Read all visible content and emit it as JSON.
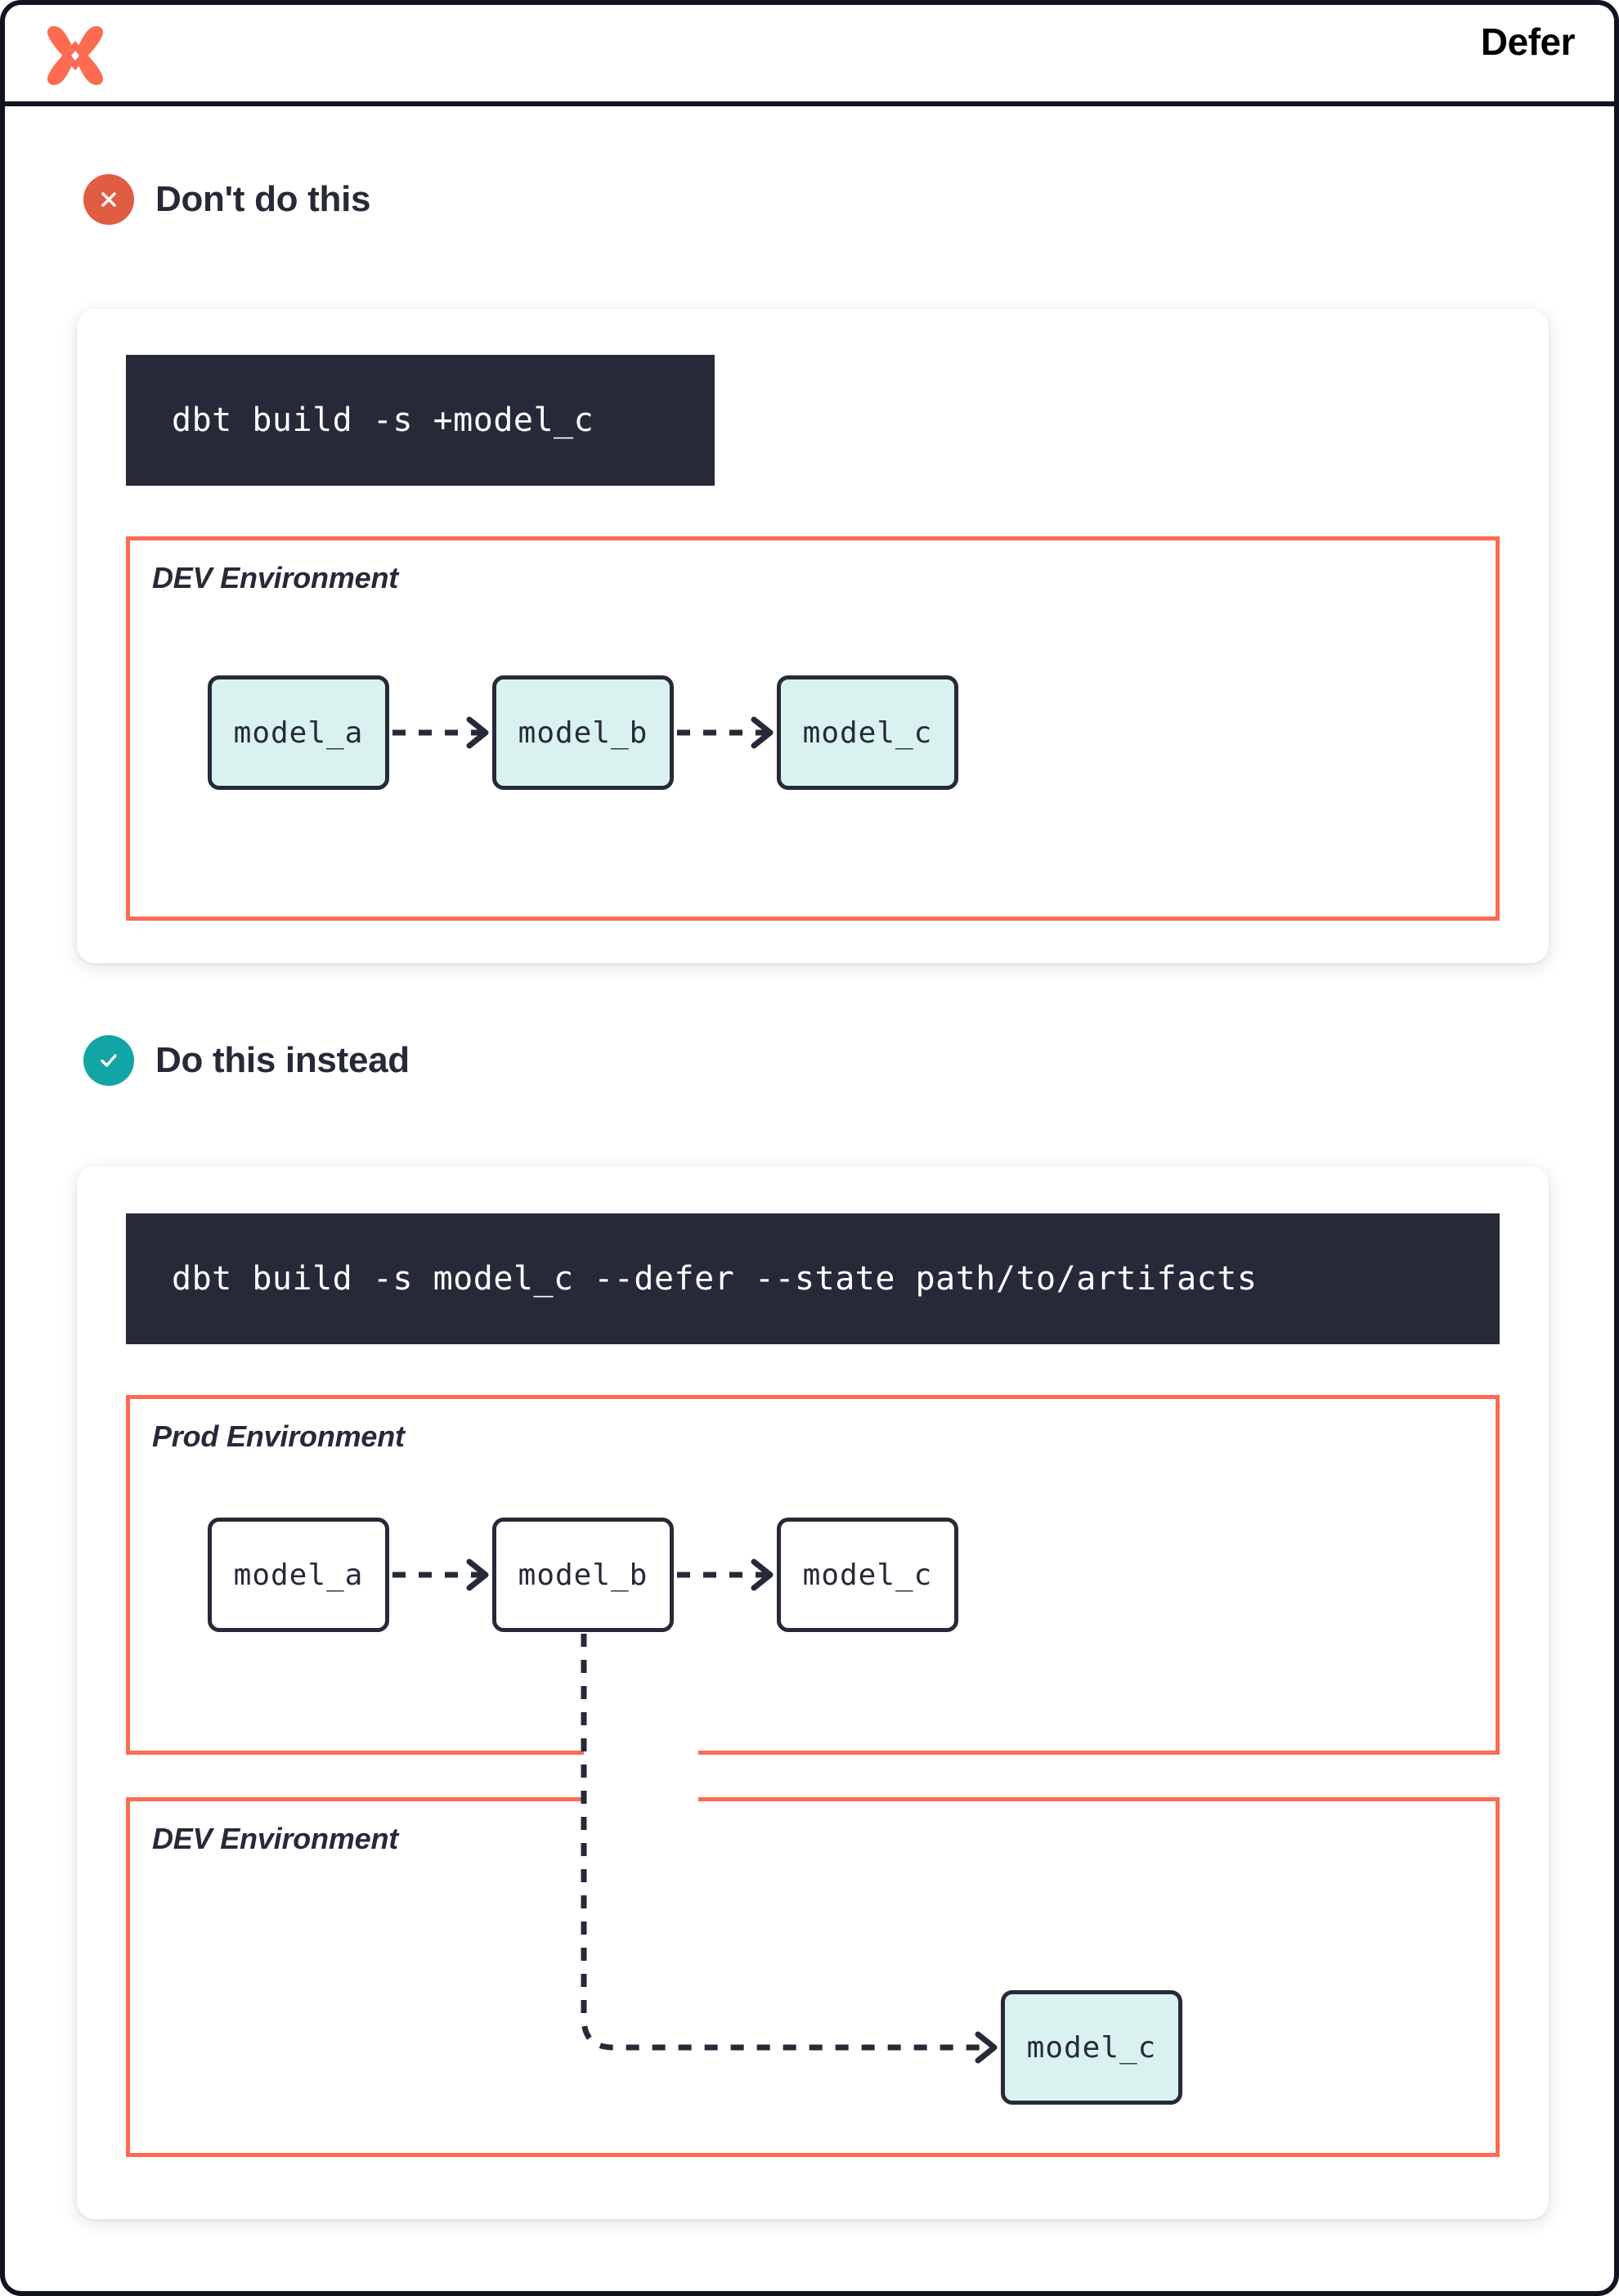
{
  "header": {
    "title": "Defer",
    "logo_icon": "dbt-logo-icon"
  },
  "sections": [
    {
      "id": "dont",
      "badge_icon": "x-circle-icon",
      "badge_color": "#e05c43",
      "title": "Don't do this",
      "command": "dbt build -s +model_c",
      "environments": [
        {
          "label": "DEV Environment",
          "models": [
            "model_a",
            "model_b",
            "model_c"
          ],
          "model_style": "filled"
        }
      ]
    },
    {
      "id": "do",
      "badge_icon": "check-circle-icon",
      "badge_color": "#13a5a5",
      "title": "Do this instead",
      "command": "dbt build -s model_c --defer --state path/to/artifacts",
      "environments": [
        {
          "label": "Prod Environment",
          "models": [
            "model_a",
            "model_b",
            "model_c"
          ],
          "model_style": "outline"
        },
        {
          "label": "DEV Environment",
          "models": [
            "model_c"
          ],
          "model_style": "filled"
        }
      ]
    }
  ],
  "colors": {
    "accent_orange": "#fc6b52",
    "badge_red": "#e05c43",
    "badge_teal": "#13a5a5",
    "ink": "#262a38",
    "model_fill": "#d9f2f0",
    "code_bg": "#262a38"
  },
  "chart_data": {
    "type": "diagram",
    "title": "Defer",
    "graphs": [
      {
        "name": "Don't do this",
        "command": "dbt build -s +model_c",
        "environments": [
          "DEV Environment"
        ],
        "nodes": [
          {
            "id": "dev_model_a",
            "label": "model_a",
            "env": "DEV Environment",
            "fill": "#d9f2f0"
          },
          {
            "id": "dev_model_b",
            "label": "model_b",
            "env": "DEV Environment",
            "fill": "#d9f2f0"
          },
          {
            "id": "dev_model_c",
            "label": "model_c",
            "env": "DEV Environment",
            "fill": "#d9f2f0"
          }
        ],
        "edges": [
          {
            "from": "dev_model_a",
            "to": "dev_model_b",
            "style": "dashed"
          },
          {
            "from": "dev_model_b",
            "to": "dev_model_c",
            "style": "dashed"
          }
        ]
      },
      {
        "name": "Do this instead",
        "command": "dbt build -s model_c --defer --state path/to/artifacts",
        "environments": [
          "Prod Environment",
          "DEV Environment"
        ],
        "nodes": [
          {
            "id": "prod_model_a",
            "label": "model_a",
            "env": "Prod Environment",
            "fill": "#ffffff"
          },
          {
            "id": "prod_model_b",
            "label": "model_b",
            "env": "Prod Environment",
            "fill": "#ffffff"
          },
          {
            "id": "prod_model_c",
            "label": "model_c",
            "env": "Prod Environment",
            "fill": "#ffffff"
          },
          {
            "id": "dev2_model_c",
            "label": "model_c",
            "env": "DEV Environment",
            "fill": "#d9f2f0"
          }
        ],
        "edges": [
          {
            "from": "prod_model_a",
            "to": "prod_model_b",
            "style": "dashed"
          },
          {
            "from": "prod_model_b",
            "to": "prod_model_c",
            "style": "dashed"
          },
          {
            "from": "prod_model_b",
            "to": "dev2_model_c",
            "style": "dashed",
            "routing": "cross-environment"
          }
        ]
      }
    ]
  }
}
